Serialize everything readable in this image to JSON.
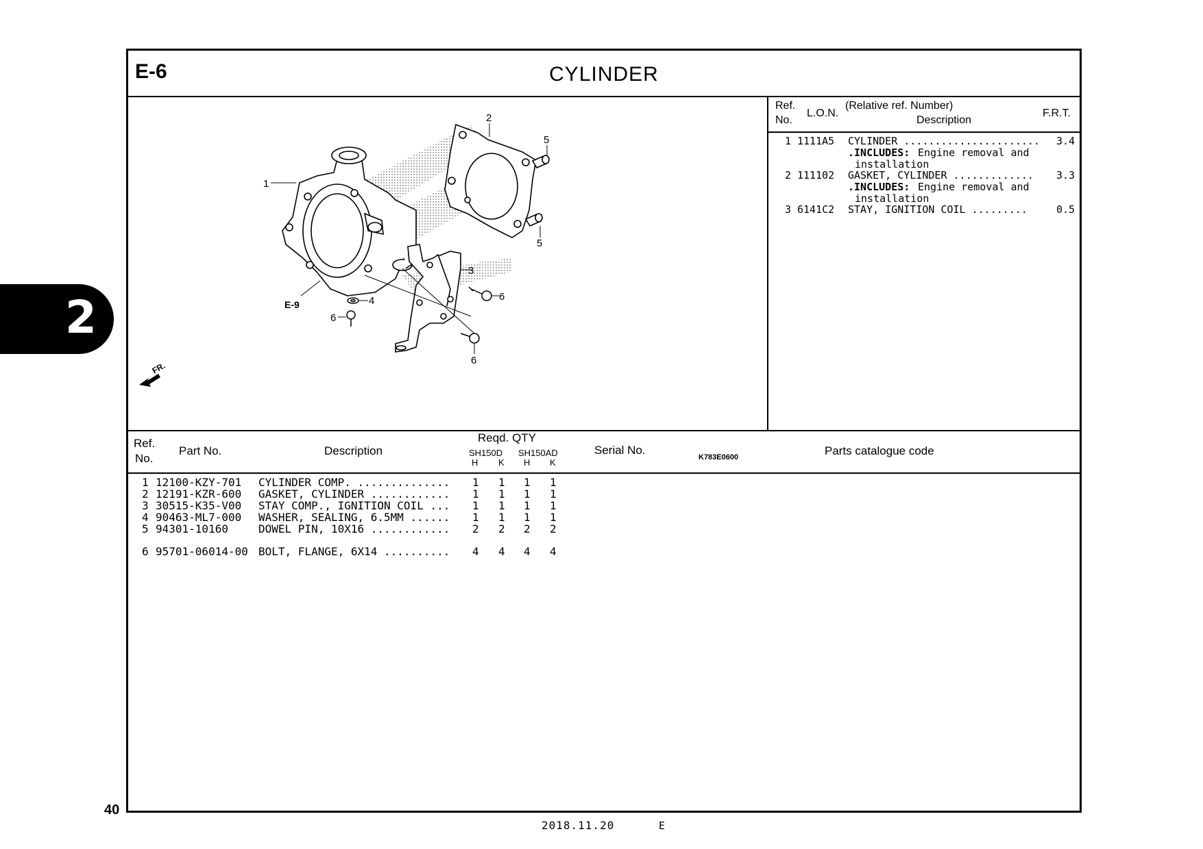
{
  "page": {
    "section_code": "E-6",
    "title": "CYLINDER",
    "page_number": "40",
    "side_tab": "2",
    "footer_date": "2018.11.20",
    "footer_lang": "E"
  },
  "diagram": {
    "code": "K783E0600",
    "front_label": "FR.",
    "ref_label": "E-9",
    "callouts": [
      "1",
      "2",
      "3",
      "4",
      "5",
      "5",
      "6",
      "6",
      "6"
    ],
    "icons": [
      "cylinder-block-icon",
      "gasket-icon",
      "stay-bracket-icon",
      "dowel-pin-icon",
      "flange-bolt-icon",
      "sealing-washer-icon",
      "front-arrow-icon"
    ]
  },
  "lon_table": {
    "headers": {
      "ref": "Ref.",
      "no": "No.",
      "lon": "L.O.N.",
      "relative": "(Relative ref. Number)",
      "description": "Description",
      "frt": "F.R.T."
    },
    "rows": [
      {
        "ref": "1",
        "lon": "1111A5",
        "description": "CYLINDER ......................",
        "frt": "3.4",
        "includes": ".INCLUDES:",
        "note1": "Engine removal and",
        "note2": "installation"
      },
      {
        "ref": "2",
        "lon": "111102",
        "description": "GASKET, CYLINDER .............",
        "frt": "3.3",
        "includes": ".INCLUDES:",
        "note1": "Engine removal and",
        "note2": "installation"
      },
      {
        "ref": "3",
        "lon": "6141C2",
        "description": "STAY, IGNITION COIL .........",
        "frt": "0.5"
      }
    ]
  },
  "parts_table": {
    "headers": {
      "ref": "Ref.",
      "no": "No.",
      "part_no": "Part No.",
      "description": "Description",
      "reqd_qty": "Reqd.  QTY",
      "model1": "SH150D",
      "model2": "SH150AD",
      "h1": "H",
      "k1": "K",
      "h2": "H",
      "k2": "K",
      "serial": "Serial  No.",
      "catalogue": "Parts  catalogue  code"
    },
    "rows": [
      {
        "ref": "1",
        "part_no": "12100-KZY-701",
        "description": "CYLINDER COMP. ..............",
        "q1": "1",
        "q2": "1",
        "q3": "1",
        "q4": "1"
      },
      {
        "ref": "2",
        "part_no": "12191-KZR-600",
        "description": "GASKET, CYLINDER ............",
        "q1": "1",
        "q2": "1",
        "q3": "1",
        "q4": "1"
      },
      {
        "ref": "3",
        "part_no": "30515-K35-V00",
        "description": "STAY COMP., IGNITION COIL ...",
        "q1": "1",
        "q2": "1",
        "q3": "1",
        "q4": "1"
      },
      {
        "ref": "4",
        "part_no": "90463-ML7-000",
        "description": "WASHER, SEALING, 6.5MM ......",
        "q1": "1",
        "q2": "1",
        "q3": "1",
        "q4": "1"
      },
      {
        "ref": "5",
        "part_no": "94301-10160",
        "description": "DOWEL PIN, 10X16 ............",
        "q1": "2",
        "q2": "2",
        "q3": "2",
        "q4": "2"
      },
      {
        "ref": "6",
        "part_no": "95701-06014-00",
        "description": "BOLT, FLANGE, 6X14 ..........",
        "q1": "4",
        "q2": "4",
        "q3": "4",
        "q4": "4"
      }
    ]
  }
}
